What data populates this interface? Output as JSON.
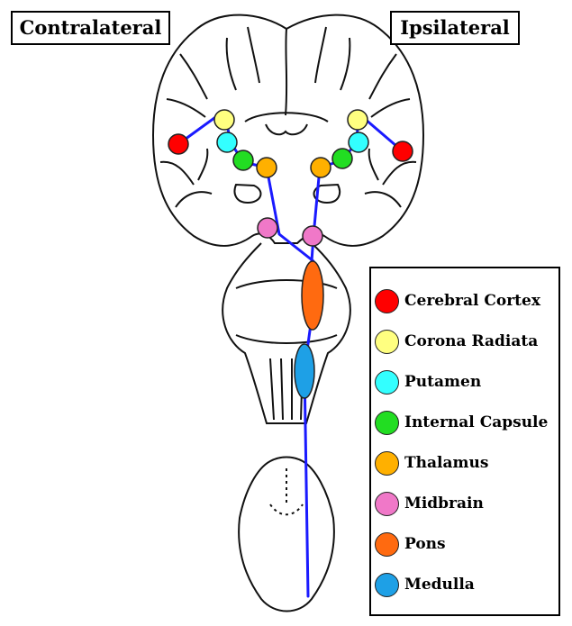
{
  "labels": {
    "contralateral": "Contralateral",
    "ipsilateral": "Ipsilateral"
  },
  "legend": [
    {
      "label": "Cerebral Cortex",
      "color": "#ff0000"
    },
    {
      "label": "Corona Radiata",
      "color": "#ffff80"
    },
    {
      "label": "Putamen",
      "color": "#33ffff"
    },
    {
      "label": "Internal Capsule",
      "color": "#22dd22"
    },
    {
      "label": "Thalamus",
      "color": "#ffb000"
    },
    {
      "label": "Midbrain",
      "color": "#f078c8"
    },
    {
      "label": "Pons",
      "color": "#ff6a10"
    },
    {
      "label": "Medulla",
      "color": "#1ea0e6"
    }
  ],
  "pathway_color": "#1a1aff"
}
